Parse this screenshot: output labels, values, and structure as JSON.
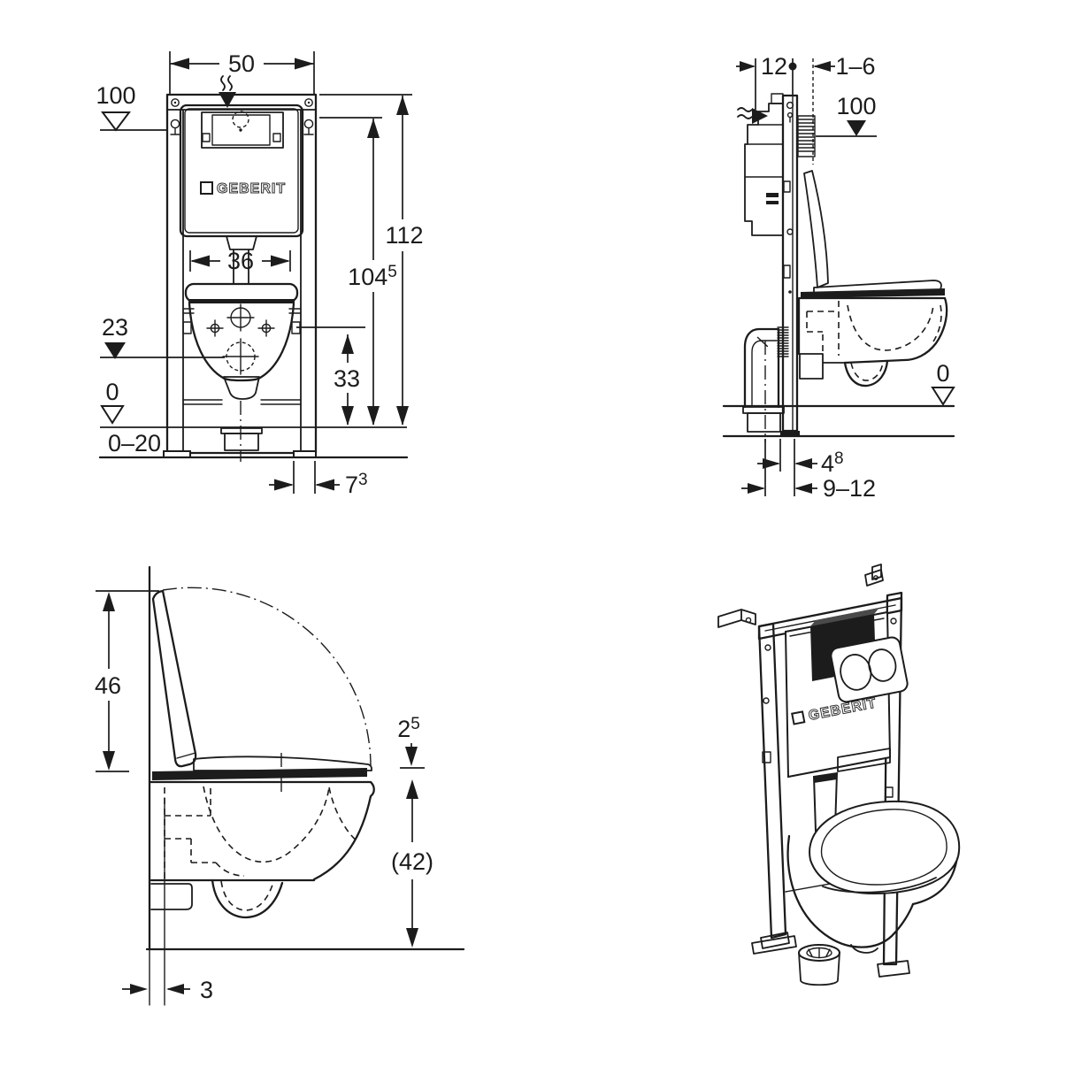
{
  "meta": {
    "background": "#ffffff",
    "ink_color": "#1c1c1c",
    "drawing_type": "installation-dimension-drawing"
  },
  "brand": {
    "name": "GEBERIT"
  },
  "front": {
    "width": "50",
    "supply_height": "100",
    "total_height": "112",
    "mount_height": "104",
    "mount_height_sup": "5",
    "bowl_width": "36",
    "outlet_height": "23",
    "outlet_to_floor": "33",
    "floor_level": "0",
    "floor_range": "0–20",
    "foot_depth": "7",
    "foot_depth_sup": "3"
  },
  "side": {
    "frame_depth": "12",
    "wall_clearance": "1–6",
    "supply_height": "100",
    "floor_level": "0",
    "rail_depth": "4",
    "rail_depth_sup": "8",
    "outlet_depth": "9–12"
  },
  "seat": {
    "lid_height": "46",
    "seat_thickness": "2",
    "seat_thickness_sup": "5",
    "seat_height": "(42)",
    "wall_gap": "3"
  },
  "perspective": {
    "brand": "GEBERIT"
  }
}
